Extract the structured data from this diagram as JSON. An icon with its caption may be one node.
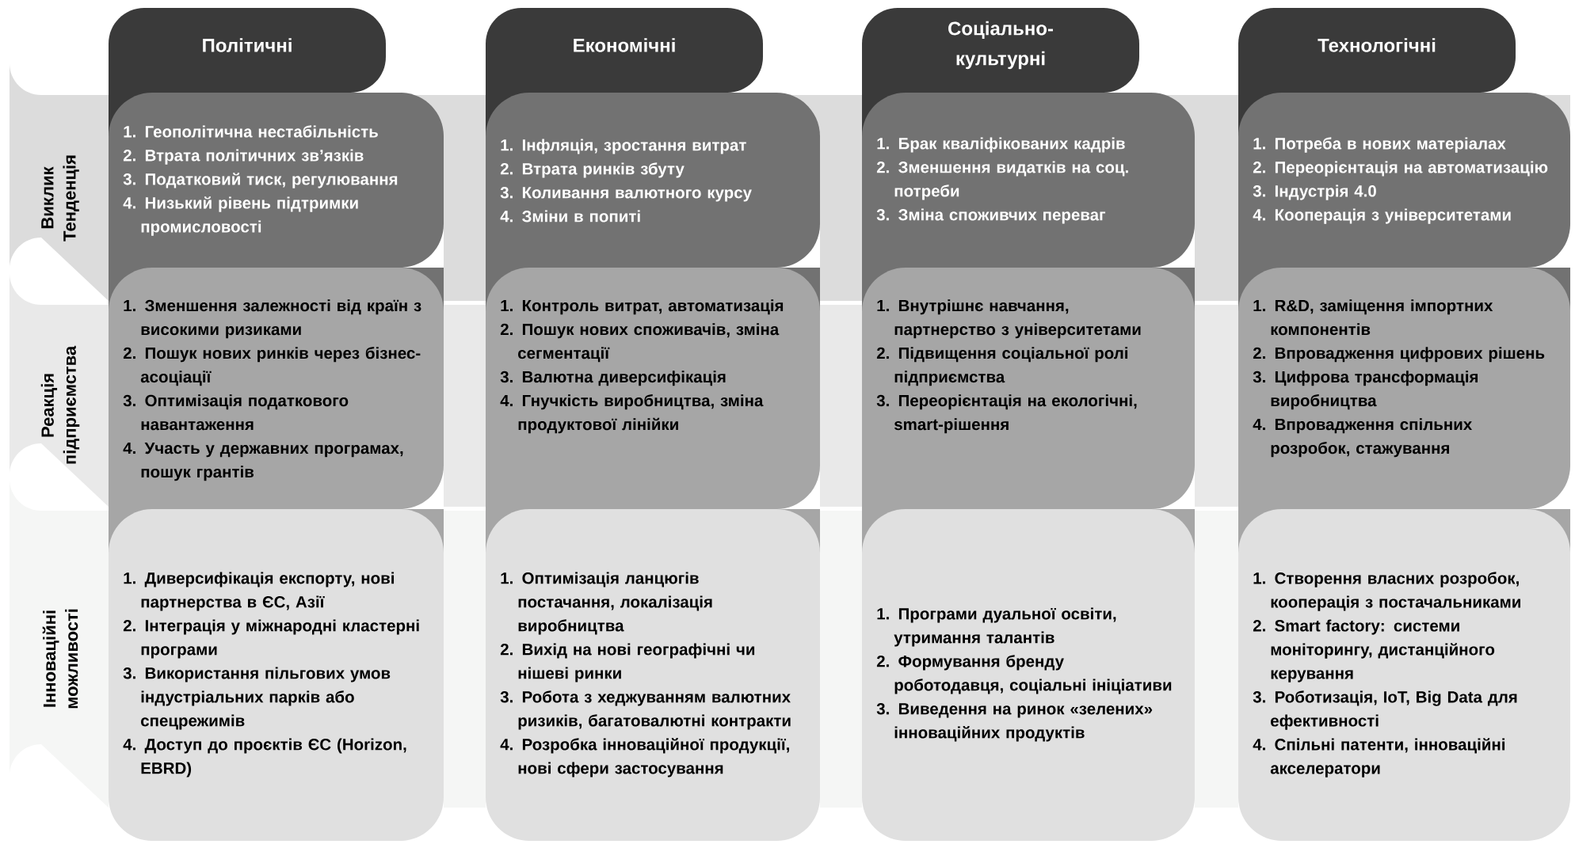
{
  "diagram": {
    "nodes": [
      {
        "text": [
          "Політичні"
        ]
      },
      {
        "text": [
          "Економічні"
        ]
      },
      {
        "text": [
          "Соціально-культурні"
        ]
      },
      {
        "text": [
          "Технологічні"
        ]
      },
      {
        "text": [
          "Виклик Тенденція"
        ]
      },
      {
        "text": [
          "Реакція підприємства"
        ]
      },
      {
        "text": [
          "Інноваційні можливості"
        ]
      },
      {
        "text": [
          "1. Геополітична нестабільність",
          "2. Втрата політичних зв’язків",
          "3. Податковий тиск, регулювання",
          "4. Низький рівень підтримки промисловості"
        ]
      },
      {
        "text": [
          "1. Інфляція, зростання витрат",
          "2. Втрата ринків збуту",
          "3. Коливання валютного курсу",
          "4. Зміни в попиті"
        ]
      },
      {
        "text": [
          "1. Брак кваліфікованих кадрів",
          "2. Зменшення видатків на соц. потреби",
          "3. Зміна споживчих переваг"
        ]
      },
      {
        "text": [
          "1. Потреба в нових матеріалах",
          "2. Переорієнтація на автоматизацію",
          "3. Індустрія 4.0",
          "4. Кооперація з університетами"
        ]
      },
      {
        "text": [
          "1. Зменшення залежності від країн з високими ризиками",
          "2. Пошук нових ринків через бізнес-асоціації",
          "3. Оптимізація податкового навантаження",
          "4. Участь у державних програмах, пошук грантів"
        ]
      },
      {
        "text": [
          "1. Контроль витрат, автоматизація",
          "2. Пошук нових споживачів, зміна сегментації",
          "3. Валютна диверсифікація",
          "4. Гнучкість виробництва, зміна продуктової лінійки"
        ]
      },
      {
        "text": [
          "1. Внутрішнє навчання, партнерство з університетами",
          "2. Підвищення соціальної ролі підприємства",
          "3. Переорієнтація на екологічні, smart-рішення"
        ]
      },
      {
        "text": [
          "1. R&D, заміщення імпортних компонентів",
          "2. Впровадження цифрових рішень",
          "3. Цифрова трансформація виробництва",
          "4. Впровадження спільних розробок, стажування"
        ]
      },
      {
        "text": [
          "1. Диверсифікація експорту, нові партнерства в ЄС, Азії",
          "2. Інтеграція у міжнародні кластерні програми",
          "3. Використання пільгових умов індустріальних парків або спецрежимів",
          "4. Доступ до проєктів ЄС (Horizon, EBRD)"
        ]
      },
      {
        "text": [
          "1. Оптимізація ланцюгів постачання, локалізація виробництва",
          "2. Вихід на нові географічні чи нішеві ринки",
          "3. Робота з хеджуванням валютних ризиків, багатовалютні контракти",
          "4. Розробка інноваційної продукції, нові сфери застосування"
        ]
      },
      {
        "text": [
          "1. Програми дуальної освіти, утримання талантів",
          "2. Формування бренду роботодавця, соціальні ініціативи",
          "3. Виведення на ринок «зелених» інноваційних продуктів"
        ]
      },
      {
        "text": [
          "1. Створення власних розробок, кооперація з постачальниками",
          "2. Smart factory: системи моніторингу, дистанційного керування",
          "3. Роботизація, IoT, Big Data для ефективності",
          "4. Спільні патенти, інноваційні акселератори"
        ]
      }
    ]
  }
}
